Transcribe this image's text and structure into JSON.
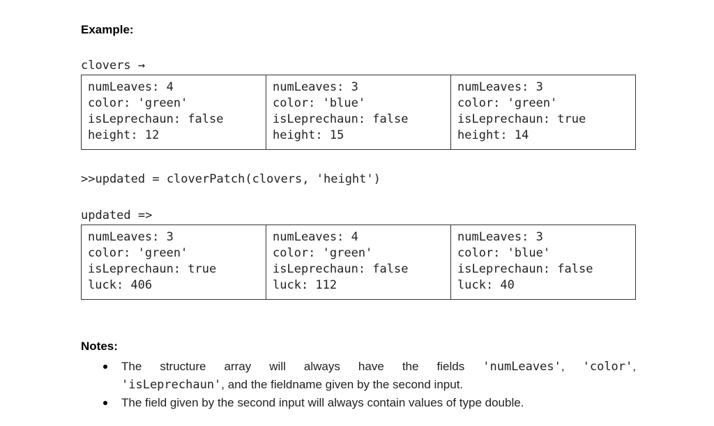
{
  "example": {
    "heading": "Example:"
  },
  "clovers": {
    "label": "clovers →",
    "cells": [
      [
        "numLeaves: 4",
        "color: 'green'",
        "isLeprechaun: false",
        "height: 12"
      ],
      [
        "numLeaves: 3",
        "color: 'blue'",
        "isLeprechaun: false",
        "height: 15"
      ],
      [
        "numLeaves: 3",
        "color: 'green'",
        "isLeprechaun: true",
        "height: 14"
      ]
    ]
  },
  "command": ">>updated = cloverPatch(clovers, 'height')",
  "updated": {
    "label": "updated =>",
    "cells": [
      [
        "numLeaves: 3",
        "color: 'green'",
        "isLeprechaun: true",
        "luck: 406"
      ],
      [
        "numLeaves: 4",
        "color: 'green'",
        "isLeprechaun: false",
        "luck: 112"
      ],
      [
        "numLeaves: 3",
        "color: 'blue'",
        "isLeprechaun: false",
        "luck: 40"
      ]
    ]
  },
  "notes": {
    "heading": "Notes:",
    "bullet1": {
      "line1": [
        "The structure array will always have the fields ",
        "'numLeaves'",
        ", ",
        "'color'",
        ","
      ],
      "line2": [
        "'isLeprechaun'",
        ", and the fieldname given by the second input."
      ]
    },
    "bullet2": "The field given by the second input will always contain values of type double."
  },
  "colors": {
    "background": "#ffffff",
    "text": "#1f1f1f",
    "border": "#333333"
  }
}
